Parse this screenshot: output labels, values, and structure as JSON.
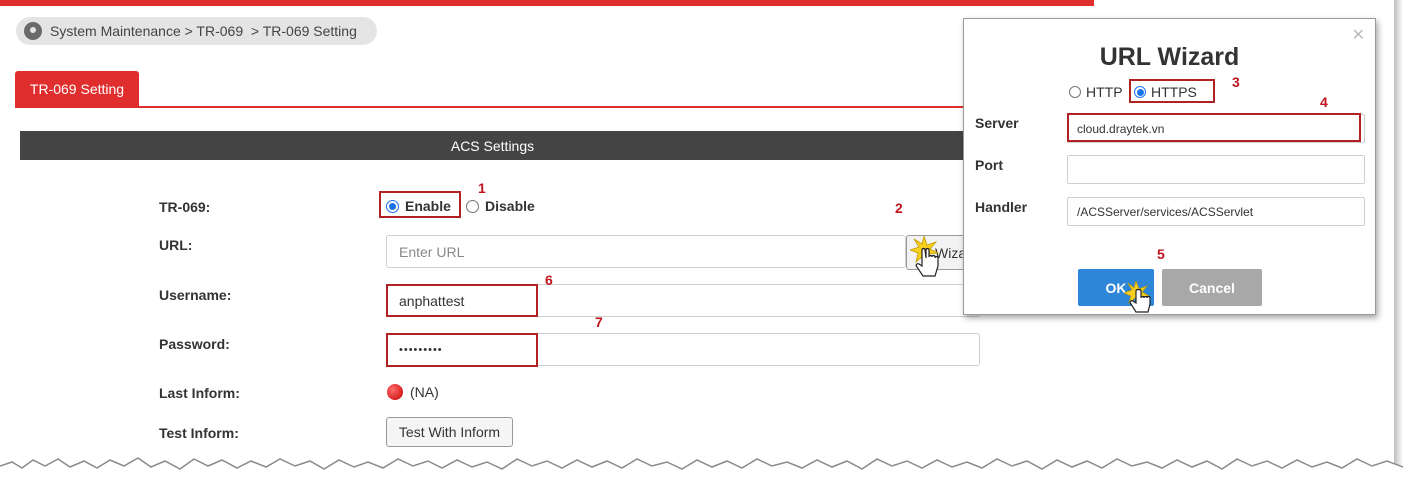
{
  "breadcrumb": {
    "icon": "location-pin-icon",
    "text": "System Maintenance > TR-069  > TR-069 Setting"
  },
  "tab": {
    "label": "TR-069 Setting"
  },
  "section": {
    "title": "ACS Settings"
  },
  "form": {
    "tr069_label": "TR-069:",
    "enable_label": "Enable",
    "disable_label": "Disable",
    "url_label": "URL:",
    "url_placeholder": "Enter URL",
    "wizard_label": "Wizard",
    "username_label": "Username:",
    "username_value": "anphattest",
    "password_label": "Password:",
    "password_value": "•••••••••",
    "last_inform_label": "Last Inform:",
    "last_inform_value": "(NA)",
    "test_inform_label": "Test Inform:",
    "test_inform_button": "Test With Inform"
  },
  "wizard": {
    "title": "URL Wizard",
    "http_label": "HTTP",
    "https_label": "HTTPS",
    "selected_protocol": "HTTPS",
    "server_label": "Server",
    "server_value": "cloud.draytek.vn",
    "port_label": "Port",
    "port_value": "",
    "handler_label": "Handler",
    "handler_value": "/ACSServer/services/ACSServlet",
    "ok_label": "OK",
    "cancel_label": "Cancel",
    "close_icon": "close-icon"
  },
  "steps": [
    "1",
    "2",
    "3",
    "4",
    "5",
    "6",
    "7"
  ],
  "colors": {
    "accent_red": "#e02d2d",
    "highlight_red": "#b22222",
    "ok_blue": "#2e86d8",
    "cancel_gray": "#a8a8a8"
  }
}
